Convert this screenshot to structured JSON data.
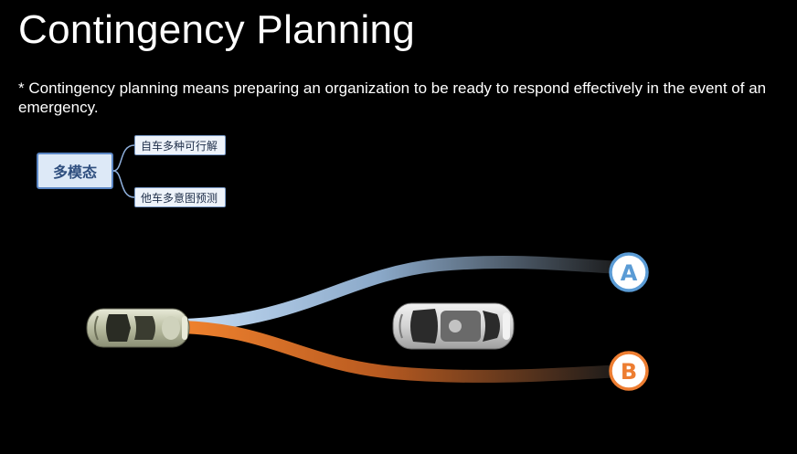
{
  "slide": {
    "title": "Contingency Planning",
    "bullet": "* Contingency planning means preparing an organization to be ready to respond effectively in the event of an emergency."
  },
  "mindmap": {
    "root": "多模态",
    "branches": [
      {
        "label": "自车多种可行解"
      },
      {
        "label": "他车多意图预测"
      }
    ]
  },
  "scenario": {
    "path_a": {
      "label": "A",
      "color": "#5a9bd5"
    },
    "path_b": {
      "label": "B",
      "color": "#ed7d31"
    },
    "ego_car": {
      "icon": "sports-car-top-view-icon"
    },
    "other_car": {
      "icon": "sedan-top-view-icon"
    }
  },
  "colors": {
    "background": "#000000",
    "text": "#ffffff",
    "path_a": "#a9c8ec",
    "path_b": "#ed7d31"
  }
}
